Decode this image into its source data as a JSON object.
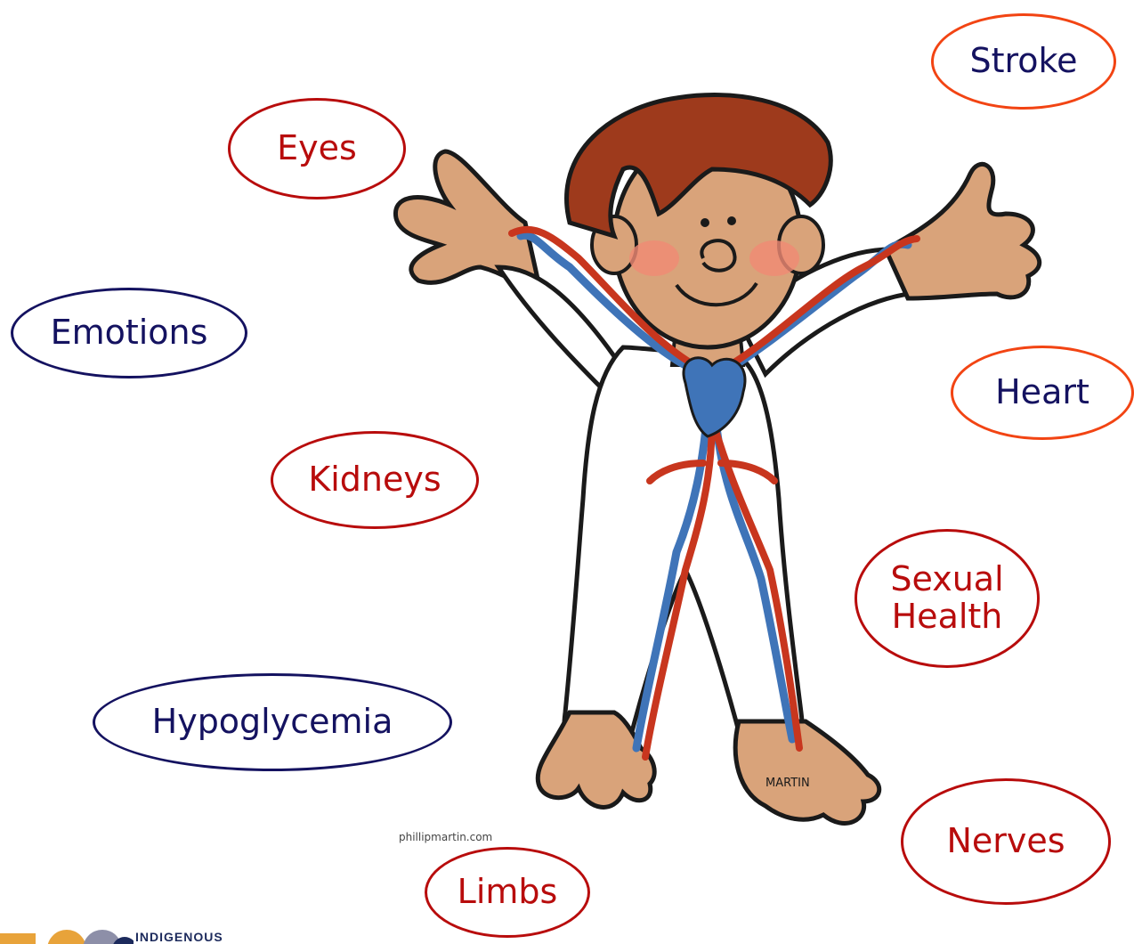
{
  "labels": {
    "stroke": "Stroke",
    "eyes": "Eyes",
    "emotions": "Emotions",
    "heart": "Heart",
    "kidneys": "Kidneys",
    "sexual_health": "Sexual\nHealth",
    "hypoglycemia": "Hypoglycemia",
    "nerves": "Nerves",
    "limbs": "Limbs"
  },
  "figure": {
    "credit": "phillipmartin.com",
    "signature": "MARTIN"
  },
  "logo": {
    "text": "INDIGENOUS"
  },
  "colors": {
    "red": "#b80c0c",
    "navy": "#141260",
    "orange": "#f24413",
    "skin": "#d9a37a",
    "hair": "#9e3a1c",
    "artery": "#c8361e",
    "vein": "#3f74b8"
  }
}
